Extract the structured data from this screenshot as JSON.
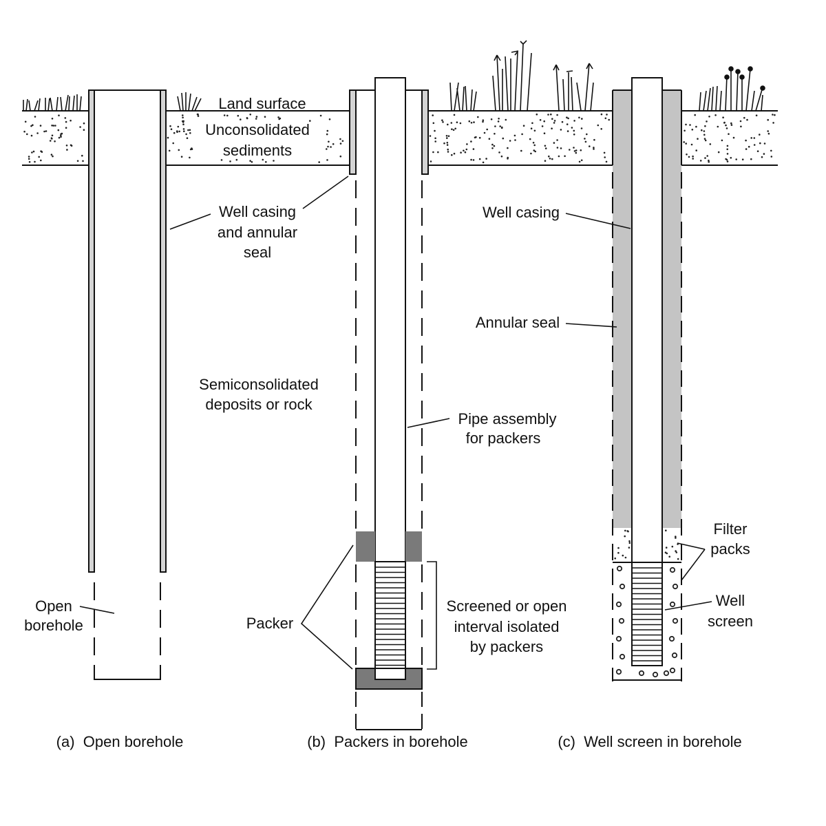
{
  "figure": {
    "panels": [
      {
        "id": "a",
        "caption": "(a)  Open borehole"
      },
      {
        "id": "b",
        "caption": "(b)  Packers in borehole"
      },
      {
        "id": "c",
        "caption": "(c)  Well screen in borehole"
      }
    ],
    "labels": {
      "land_surface": "Land surface",
      "unconsolidated_1": "Unconsolidated",
      "unconsolidated_2": "sediments",
      "well_casing_seal_1": "Well casing",
      "well_casing_seal_2": "and annular",
      "well_casing_seal_3": "seal",
      "semiconsolidated_1": "Semiconsolidated",
      "semiconsolidated_2": "deposits or rock",
      "open_borehole_1": "Open",
      "open_borehole_2": "borehole",
      "pipe_assembly_1": "Pipe assembly",
      "pipe_assembly_2": "for packers",
      "packer": "Packer",
      "screened_1": "Screened or open",
      "screened_2": "interval isolated",
      "screened_3": "by packers",
      "well_casing": "Well casing",
      "annular_seal": "Annular seal",
      "filter_packs_1": "Filter",
      "filter_packs_2": "packs",
      "well_screen_1": "Well",
      "well_screen_2": "screen"
    },
    "colors": {
      "casing_thin": "#d4d4d4",
      "annular_seal": "#c4c4c4",
      "packer": "#7a7a7a",
      "line": "#111111"
    }
  }
}
